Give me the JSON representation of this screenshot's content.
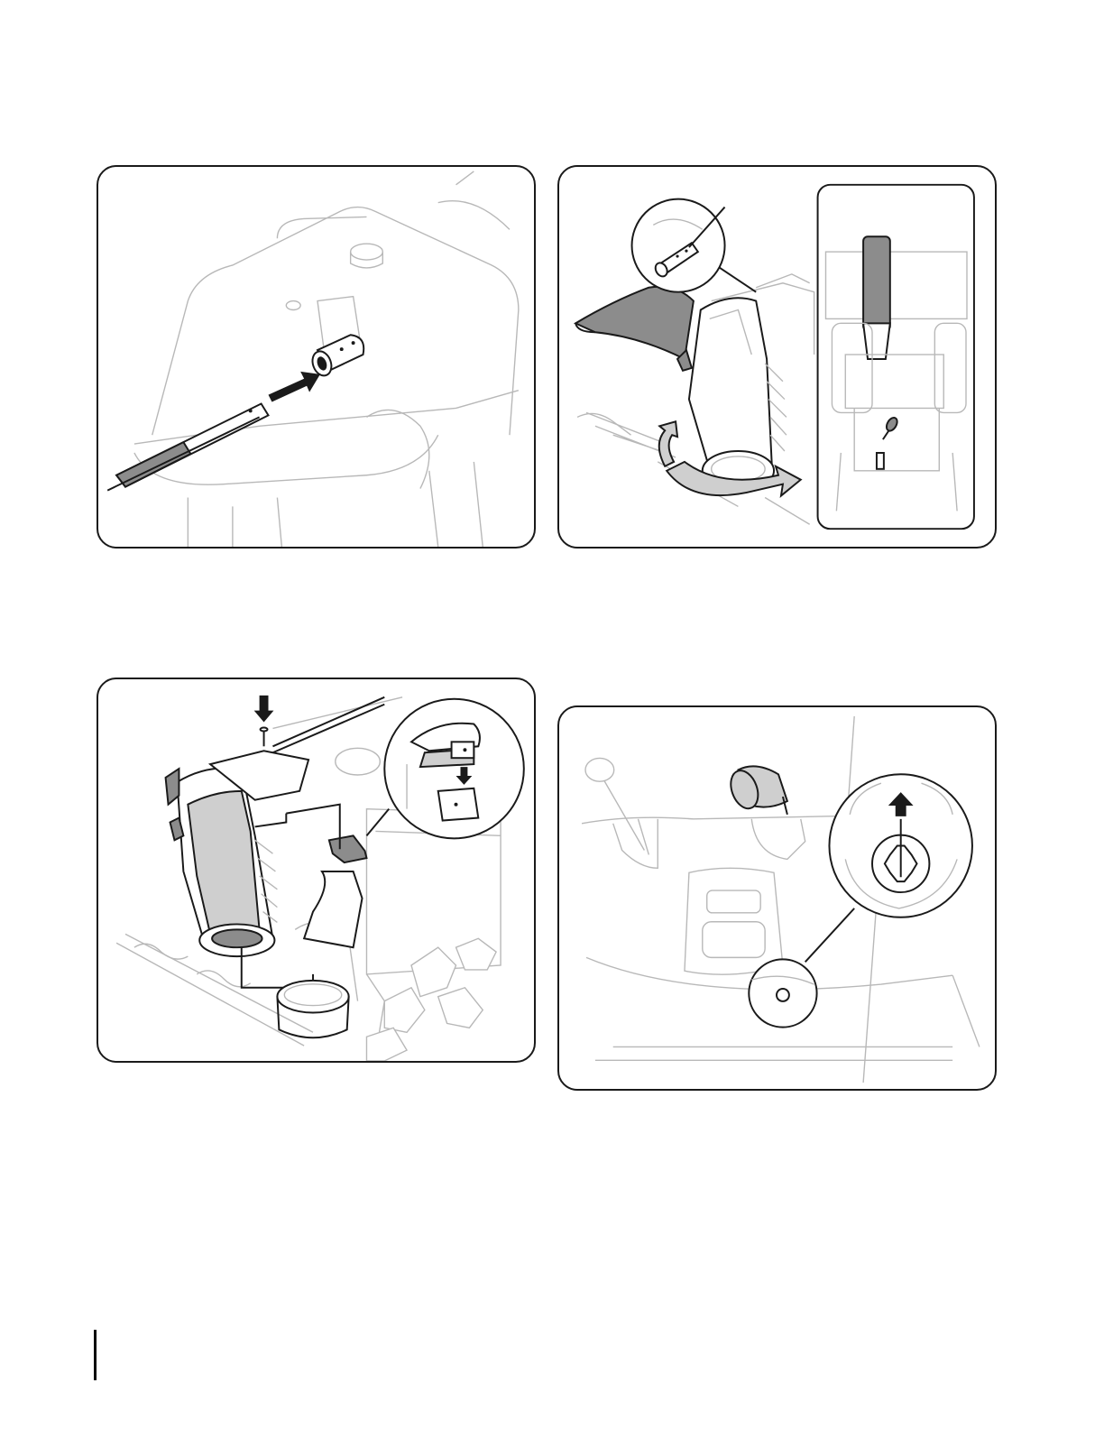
{
  "page": {
    "figures": [
      {
        "name": "shift-rod-insertion"
      },
      {
        "name": "chute-rotation"
      },
      {
        "name": "chute-assembly"
      },
      {
        "name": "chute-control-knob"
      }
    ]
  },
  "colors": {
    "outline": "#1a1a1a",
    "line_art": "#b8b8b8",
    "shaded_part": "#8c8c8c"
  },
  "icons": [
    "push-arrow-icon",
    "rotate-arrow-icon",
    "down-arrow-icon",
    "up-arrow-icon"
  ]
}
